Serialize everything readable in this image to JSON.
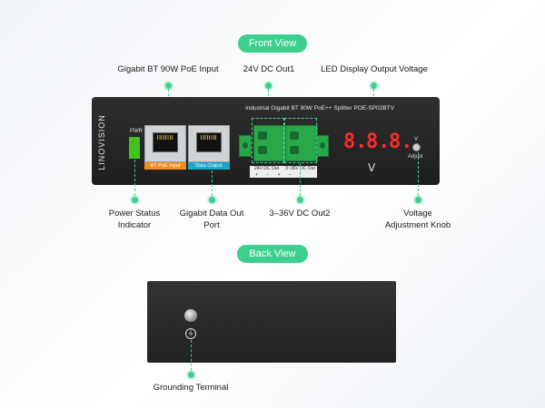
{
  "front_view": {
    "title": "Front View",
    "labels": {
      "poe_input": "Gigabit BT 90W PoE Input",
      "dc_out1": "24V DC Out1",
      "led_display": "LED Display Output Voltage",
      "power_status_line1": "Power Status",
      "power_status_line2": "Indicator",
      "data_out_line1": "Gigabit Data Out",
      "data_out_line2": "Port",
      "dc_out2": "3–36V DC Out2",
      "knob_line1": "Voltage",
      "knob_line2": "Adjustment Knob"
    },
    "device": {
      "brand": "LINOVISION",
      "pwr": "PWR",
      "product_title": "Industrial Gigabit BT 90W PoE++ Splitter  POE-SP02BTV",
      "port_tag_poe": "BT PoE Input",
      "port_tag_data": "Data Output",
      "term_label_1": "24V DC Out",
      "term_label_2": "3~36V DC Out",
      "term_signs": "+ − + −",
      "display_digits": [
        "8.",
        "8.",
        "8."
      ],
      "v_mark": "V",
      "adjust": "Adjust",
      "logo": "V"
    }
  },
  "back_view": {
    "title": "Back View",
    "labels": {
      "grounding": "Grounding Terminal"
    },
    "ground_symbol": "⏚"
  },
  "colors": {
    "accent": "#3ccf8e",
    "poe_tag": "#f28c1e",
    "data_tag": "#18a6c9",
    "led_red": "#ff2a2a",
    "pwr_led": "#43c31b",
    "terminal_green": "#29a84a"
  }
}
